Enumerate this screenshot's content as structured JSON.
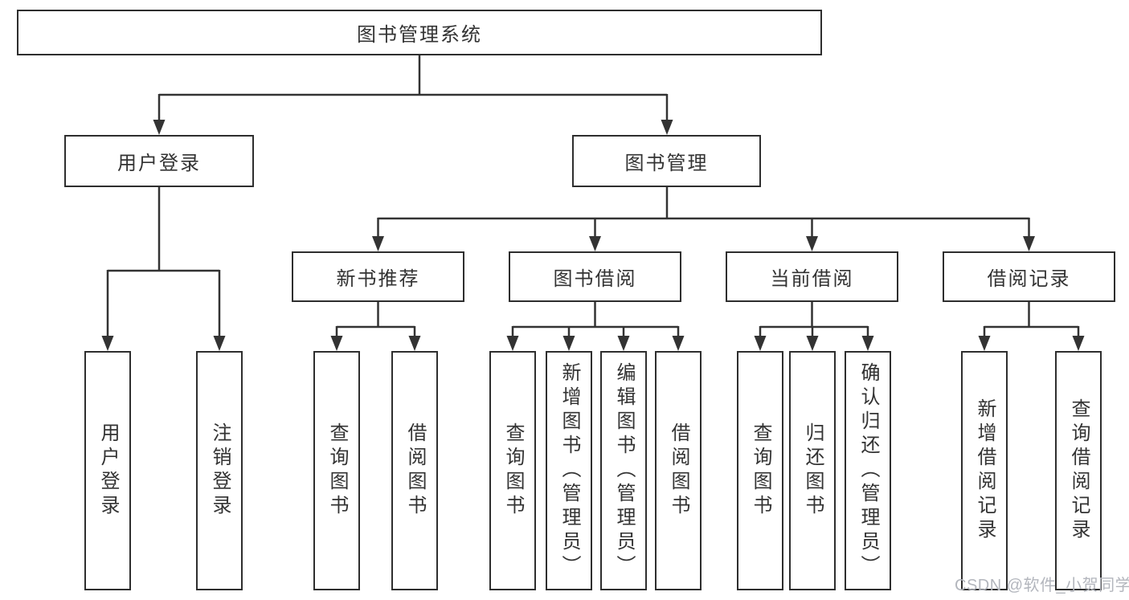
{
  "tree": {
    "label": "图书管理系统",
    "children": [
      {
        "label": "用户登录",
        "children": [
          {
            "label": "用户登录"
          },
          {
            "label": "注销登录"
          }
        ]
      },
      {
        "label": "图书管理",
        "children": [
          {
            "label": "新书推荐",
            "children": [
              {
                "label": "查询图书"
              },
              {
                "label": "借阅图书"
              }
            ]
          },
          {
            "label": "图书借阅",
            "children": [
              {
                "label": "查询图书"
              },
              {
                "label": "新增图书（管理员）"
              },
              {
                "label": "编辑图书（管理员）"
              },
              {
                "label": "借阅图书"
              }
            ]
          },
          {
            "label": "当前借阅",
            "children": [
              {
                "label": "查询图书"
              },
              {
                "label": "归还图书"
              },
              {
                "label": "确认归还（管理员）"
              }
            ]
          },
          {
            "label": "借阅记录",
            "children": [
              {
                "label": "新增借阅记录"
              },
              {
                "label": "查询借阅记录"
              }
            ]
          }
        ]
      }
    ]
  },
  "watermark": {
    "text": "CSDN @软件_小贺同学"
  },
  "colors": {
    "line": "#333333",
    "box_border": "#2e2e2e",
    "text": "#333333",
    "background": "#ffffff",
    "watermark": "#b3b6bd"
  }
}
